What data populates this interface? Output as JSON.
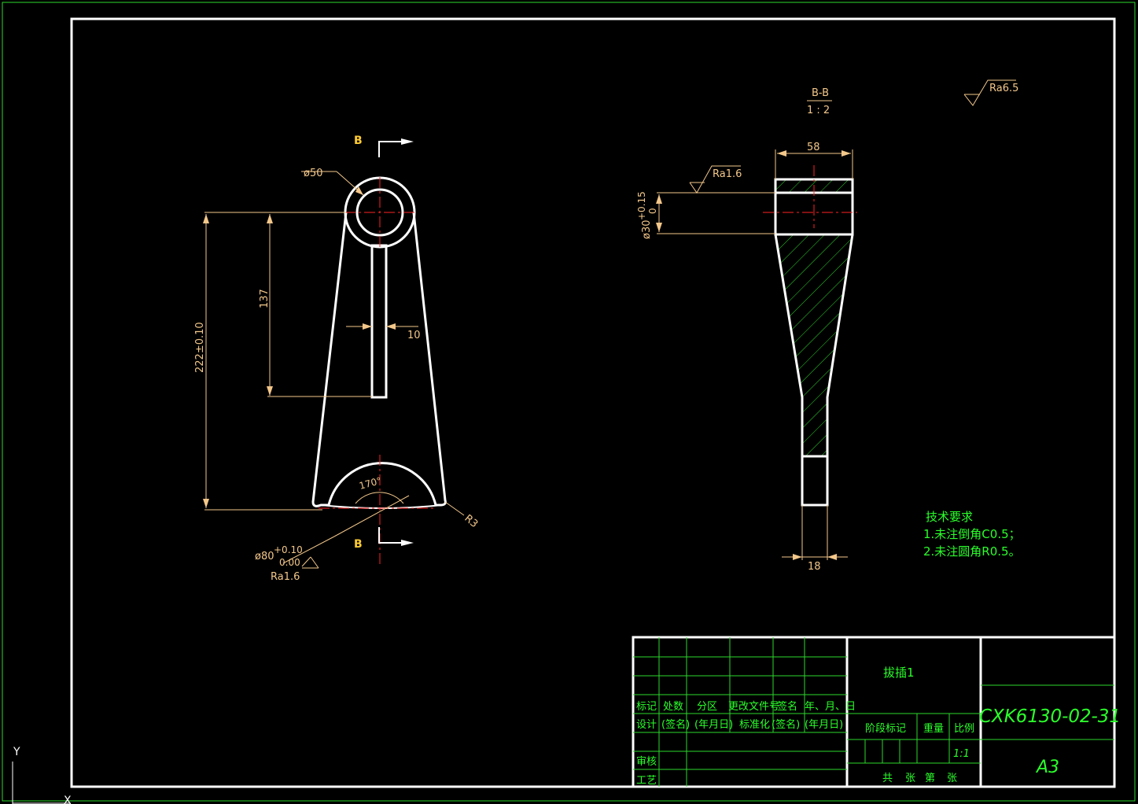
{
  "section": {
    "title": "B-B",
    "scale": "1 : 2",
    "marker": "B"
  },
  "roughness": {
    "general": "Ra6.5",
    "hole": "Ra1.6",
    "arc": "Ra1.6"
  },
  "dims": {
    "d50": "ø50",
    "d222": "222±0.10",
    "d137": "137",
    "d10": "10",
    "r3": "R3",
    "a170": "170°",
    "d80": "ø80",
    "d80_up": "+0.10",
    "d80_low": "0.00",
    "w58": "58",
    "d30": "ø30",
    "d30_up": "+0.15",
    "d30_low": "0",
    "w18": "18"
  },
  "notes": {
    "heading": "技术要求",
    "item1": "1.未注倒角C0.5；",
    "item2": "2.未注圆角R0.5。"
  },
  "title_block": {
    "part_name": "拔插1",
    "drawing_no": "CXK6130-02-31",
    "sheet_size": "A3",
    "row_marks": [
      "标记",
      "处数",
      "分区",
      "更改文件号",
      "签名",
      "年、月、日"
    ],
    "row_design": [
      "设计",
      "(签名)",
      "(年月日)",
      "标准化",
      "(签名)",
      "(年月日)"
    ],
    "stage_mark": "阶段标记",
    "weight": "重量",
    "ratio": "比例",
    "ratio_value": "1:1",
    "review": "审核",
    "process": "工艺",
    "sheets": [
      "共",
      "张",
      "第",
      "张"
    ]
  },
  "ucs": {
    "y": "Y",
    "x": "X"
  }
}
